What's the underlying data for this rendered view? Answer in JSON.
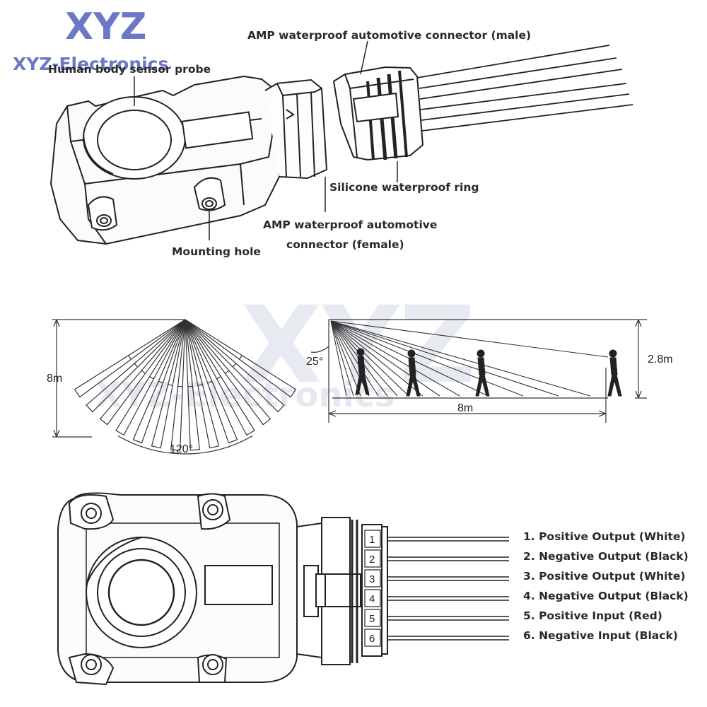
{
  "watermark": {
    "logo_big": "XYZ",
    "logo_small": "XYZ-Electronics",
    "center_big": "XYZ",
    "center_small": "XYZ-Electronics"
  },
  "labels": {
    "probe": "Human body sensor probe",
    "male_connector": "AMP waterproof automotive connector (male)",
    "silicone_ring": "Silicone waterproof ring",
    "female_connector_line1": "AMP waterproof automotive",
    "female_connector_line2": "connector (female)",
    "mounting_hole": "Mounting hole"
  },
  "detection": {
    "range_left": "8m",
    "angle": "120°",
    "tilt_angle": "25°",
    "height": "2.8m",
    "range_bottom": "8m"
  },
  "pins": {
    "numbers": [
      "1",
      "2",
      "3",
      "4",
      "5",
      "6"
    ],
    "wires": [
      "1. Positive Output (White)",
      "2. Negative Output (Black)",
      "3. Positive Output (White)",
      "4. Negative Output (Black)",
      "5. Positive Input (Red)",
      "6. Negative Input (Black)"
    ]
  }
}
